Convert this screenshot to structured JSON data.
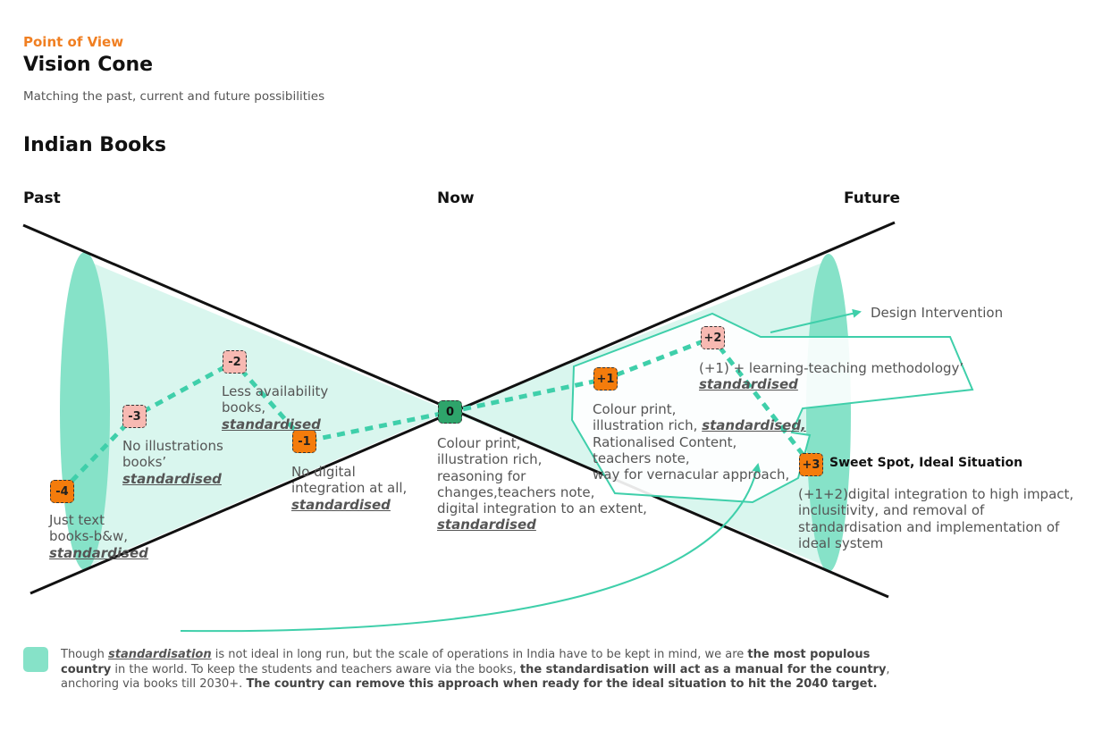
{
  "header": {
    "eyebrow": "Point of View",
    "title": "Vision Cone",
    "subtitle": "Matching the past, current and future possibilities",
    "heading": "Indian Books"
  },
  "eras": {
    "past": "Past",
    "now": "Now",
    "future": "Future"
  },
  "colors": {
    "accent_orange": "#f07f22",
    "cone_fill": "#d9f6ee",
    "cone_ellipse": "#86e2c8",
    "path_dash": "#3fcfaa",
    "badge_orange": "#f47c0c",
    "badge_pink": "#f7b9b2",
    "badge_green": "#2ea46b"
  },
  "milestones": {
    "m4": {
      "badge": "-4",
      "text_plain": "Just text\nbooks-b&w,\n",
      "text_std": "standardised"
    },
    "m3": {
      "badge": "-3",
      "text_plain": "No illustrations\nbooks’\n",
      "text_std": "standardised"
    },
    "m2": {
      "badge": "-2",
      "text_plain": "Less availability\nbooks,\n",
      "text_std": "standardised"
    },
    "m1": {
      "badge": "-1",
      "text_plain": "No digital\nintegration at all,\n",
      "text_std": "standardised"
    },
    "m0": {
      "badge": "0",
      "text_plain": "Colour print,\nillustration rich,\nreasoning for\nchanges,teachers note,\ndigital integration to an extent,\n",
      "text_std": "standardised"
    },
    "p1": {
      "badge": "+1",
      "text_a": "Colour print,\nillustration rich, ",
      "text_std": "standardised,",
      "text_b": "\nRationalised Content,\nteachers note,\nway for vernacular approach,"
    },
    "p2": {
      "badge": "+2",
      "text_plain": "(+1) + learning-teaching methodology’\n",
      "text_std": "standardised"
    },
    "p3": {
      "badge": "+3",
      "label": "Sweet Spot, Ideal Situation",
      "text_plain": "(+1+2)digital integration to high impact,\ninclusitivity, and removal of\nstandardisation and implementation of\nideal system"
    }
  },
  "design_intervention": "Design Intervention",
  "note": {
    "t1": "Though ",
    "std": "standardisation",
    "t2": " is not ideal in long run, but the scale of operations in India have to be kept in mind, we are ",
    "b1": "the most populous country",
    "t3": " in the world. To keep the students and teachers aware via the books, ",
    "b2": "the standardisation will act as a manual for the country",
    "t4": ", anchoring via books till 2030+. ",
    "b3": "The country can remove this approach when ready for the ideal situation to hit the 2040 target."
  }
}
